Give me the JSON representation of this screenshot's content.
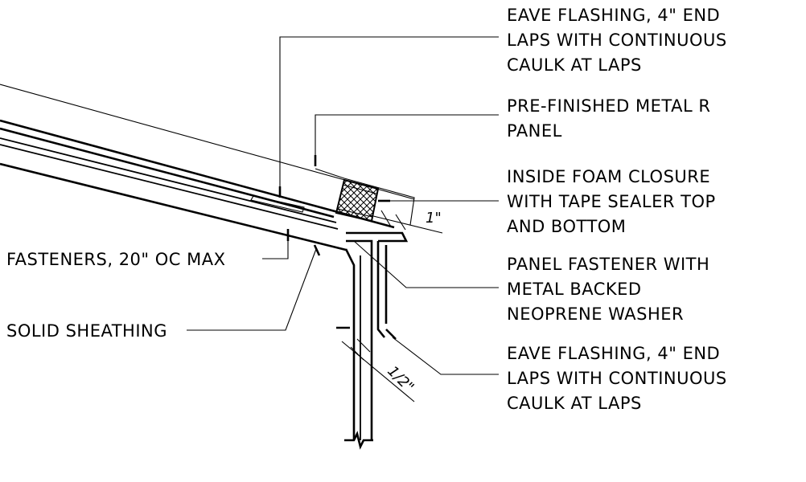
{
  "labels": {
    "eave_flashing_top": [
      "EAVE FLASHING, 4\" END",
      "LAPS WITH CONTINUOUS",
      "CAULK AT LAPS"
    ],
    "metal_panel": [
      "PRE-FINISHED METAL R",
      "PANEL"
    ],
    "foam_closure": [
      "INSIDE FOAM CLOSURE",
      "WITH TAPE SEALER TOP",
      "AND BOTTOM"
    ],
    "panel_fastener": [
      "PANEL FASTENER WITH",
      "METAL  BACKED",
      "NEOPRENE WASHER"
    ],
    "eave_flashing_bottom": [
      "EAVE FLASHING, 4\" END",
      "LAPS WITH CONTINUOUS",
      "CAULK AT LAPS"
    ],
    "fasteners": "FASTENERS, 20\" OC MAX",
    "sheathing": "SOLID SHEATHING"
  },
  "dimensions": {
    "closure_gap": "1\"",
    "fascia_gap": "1/2\""
  }
}
